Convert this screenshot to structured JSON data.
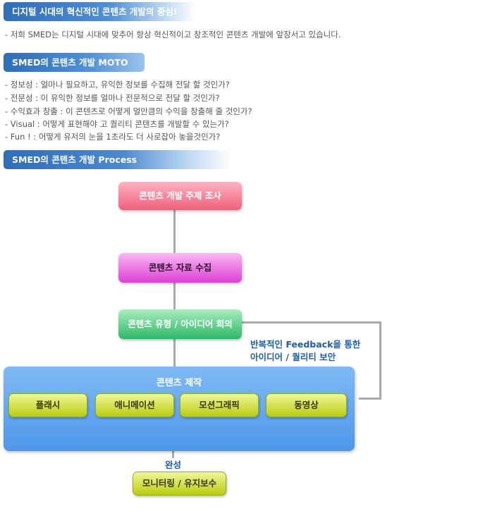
{
  "section1": {
    "title": "디지털 시대의 혁신적인 콘텐츠 개발의 중심!",
    "description": "- 저희 SMED는 디지털 시대에 맞추어 항상 혁신적이고 창조적인 콘텐츠 개발에 앞장서고 있습니다."
  },
  "section2": {
    "title": "SMED의 콘텐츠 개발 MOTO",
    "items": [
      "- 정보성 : 얼마나 필요하고, 유익한 정보를 수집해 전달 할 것인가?",
      "- 전문성 : 이 유익한 정보를 얼마나 전문적으로 전달 할 것인가?",
      "- 수익효과 창출 : 이 콘텐츠로 어떻게 얼만큼의 수익을 창출해 줄 것인가?",
      "- Visual : 어떻게 표현해야 고 퀄리티 콘텐츠를 개발할 수 있는가?",
      "- Fun ! : 어떻게 유저의 눈을 1초라도 더 사로잡아 놓을것인가?"
    ]
  },
  "section3": {
    "title": "SMED의 콘텐츠 개발 Process"
  },
  "process": {
    "step1": "콘텐츠 개발 주제 조사",
    "step2": "콘텐츠 자료 수집",
    "step3": "콘텐츠 유형 / 아이디어  회의",
    "feedback_line1": "반복적인 Feedback을 통한",
    "feedback_line2": "아이디어 / 퀄리티 보안",
    "production": {
      "title": "콘텐츠  제작",
      "items": [
        "플래시",
        "애니메이션",
        "모션그래픽",
        "동영상"
      ]
    },
    "complete_label": "완성",
    "final_step": "모니터링 / 유지보수"
  },
  "colors": {
    "header_blue": "#2f6eb8",
    "step1": "#f0607c",
    "step2": "#dd40d2",
    "step3": "#2db866",
    "production": "#4f97ea",
    "lime": "#b9cc10"
  }
}
